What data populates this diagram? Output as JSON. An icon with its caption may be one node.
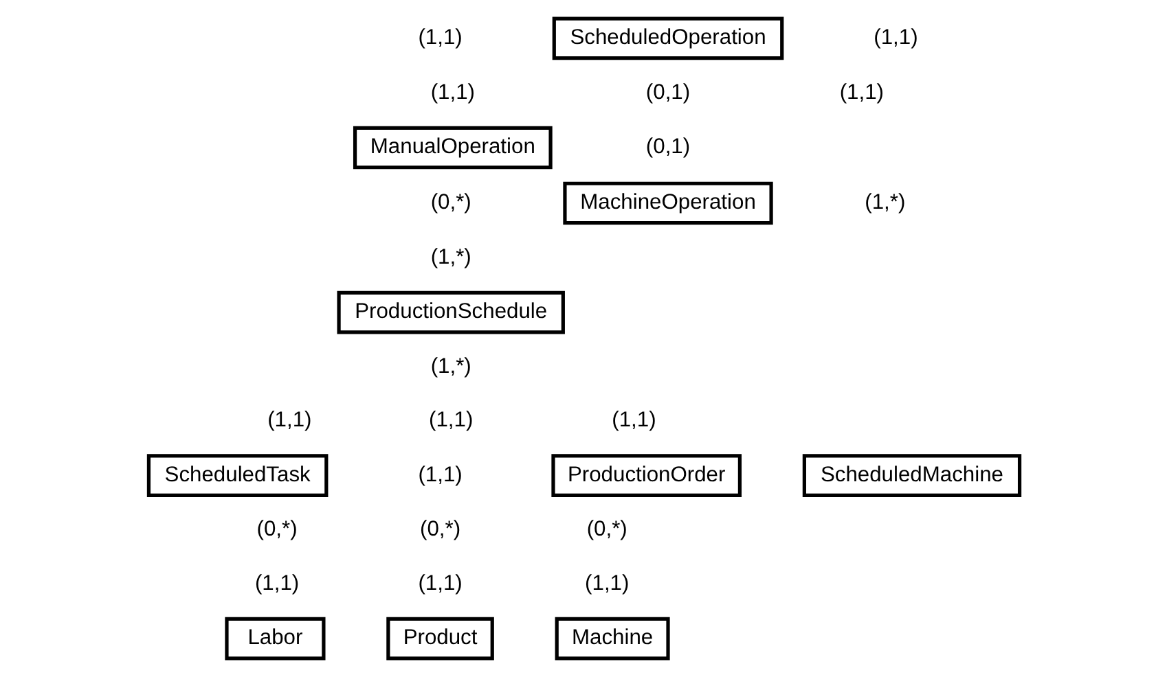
{
  "diagram": {
    "nodes": [
      {
        "text": [
          "ScheduledOperation"
        ]
      },
      {
        "text": [
          "ManualOperation"
        ]
      },
      {
        "text": [
          "MachineOperation"
        ]
      },
      {
        "text": [
          "ProductionSchedule"
        ]
      },
      {
        "text": [
          "ScheduledTask"
        ]
      },
      {
        "text": [
          "ProductionOrder"
        ]
      },
      {
        "text": [
          "ScheduledMachine"
        ]
      },
      {
        "text": [
          "Labor"
        ]
      },
      {
        "text": [
          "Product"
        ]
      },
      {
        "text": [
          "Machine"
        ]
      }
    ],
    "edges": [],
    "labels": [
      "(1,1)",
      "(1,1)",
      "(1,1)",
      "(0,1)",
      "(1,1)",
      "(0,1)",
      "(0,*)",
      "(1,*)",
      "(1,*)",
      "(1,*)",
      "(1,1)",
      "(1,1)",
      "(1,1)",
      "(1,1)",
      "(0,*)",
      "(0,*)",
      "(0,*)",
      "(1,1)",
      "(1,1)",
      "(1,1)"
    ]
  }
}
